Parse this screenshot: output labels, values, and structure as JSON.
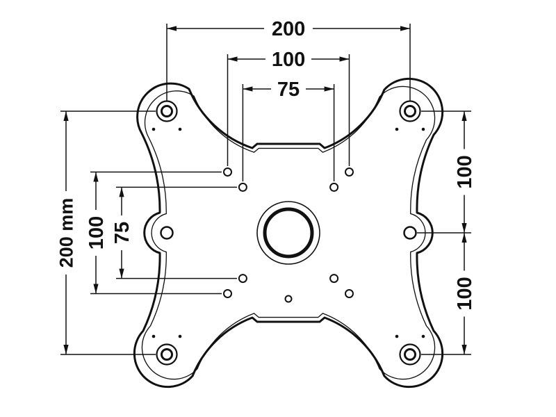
{
  "drawing": {
    "dims": {
      "h200": "200",
      "h100": "100",
      "h75": "75",
      "v200": "200 mm",
      "v100": "100",
      "v75": "75",
      "r100_upper": "100",
      "r100_lower": "100"
    },
    "colors": {
      "ink": "#111111",
      "paper": "#ffffff"
    }
  }
}
